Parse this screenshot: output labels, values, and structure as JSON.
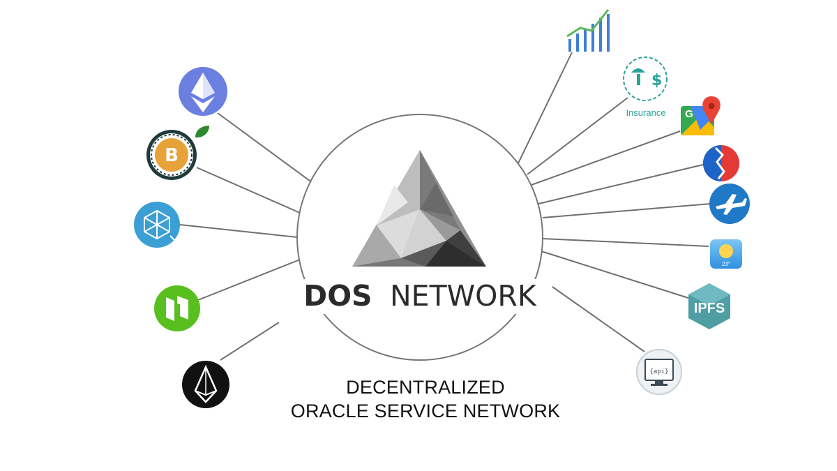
{
  "brand": {
    "name_bold": "DOS",
    "name_light": "NETWORK"
  },
  "tagline": {
    "line1": "DECENTRALIZED",
    "line2": "ORACLE SERVICE NETWORK"
  },
  "icons": {
    "insurance_label": "Insurance",
    "maps_letter": "G",
    "ipfs_label": "IPFS",
    "api_label": "{api}",
    "weather_temp": "23°",
    "bitcoin_symbol": "B"
  },
  "colors": {
    "ethereum": "#6b7fe0",
    "bitcoin": "#e8a23a",
    "qtum": "#3b9fd6",
    "neo": "#58bf1f",
    "eos": "#111111",
    "insurance": "#2aa39a",
    "ipfs": "#4f9ea3",
    "flight": "#1f79c6",
    "chart": "#3f7fd6",
    "line": "#6f6f6f"
  }
}
